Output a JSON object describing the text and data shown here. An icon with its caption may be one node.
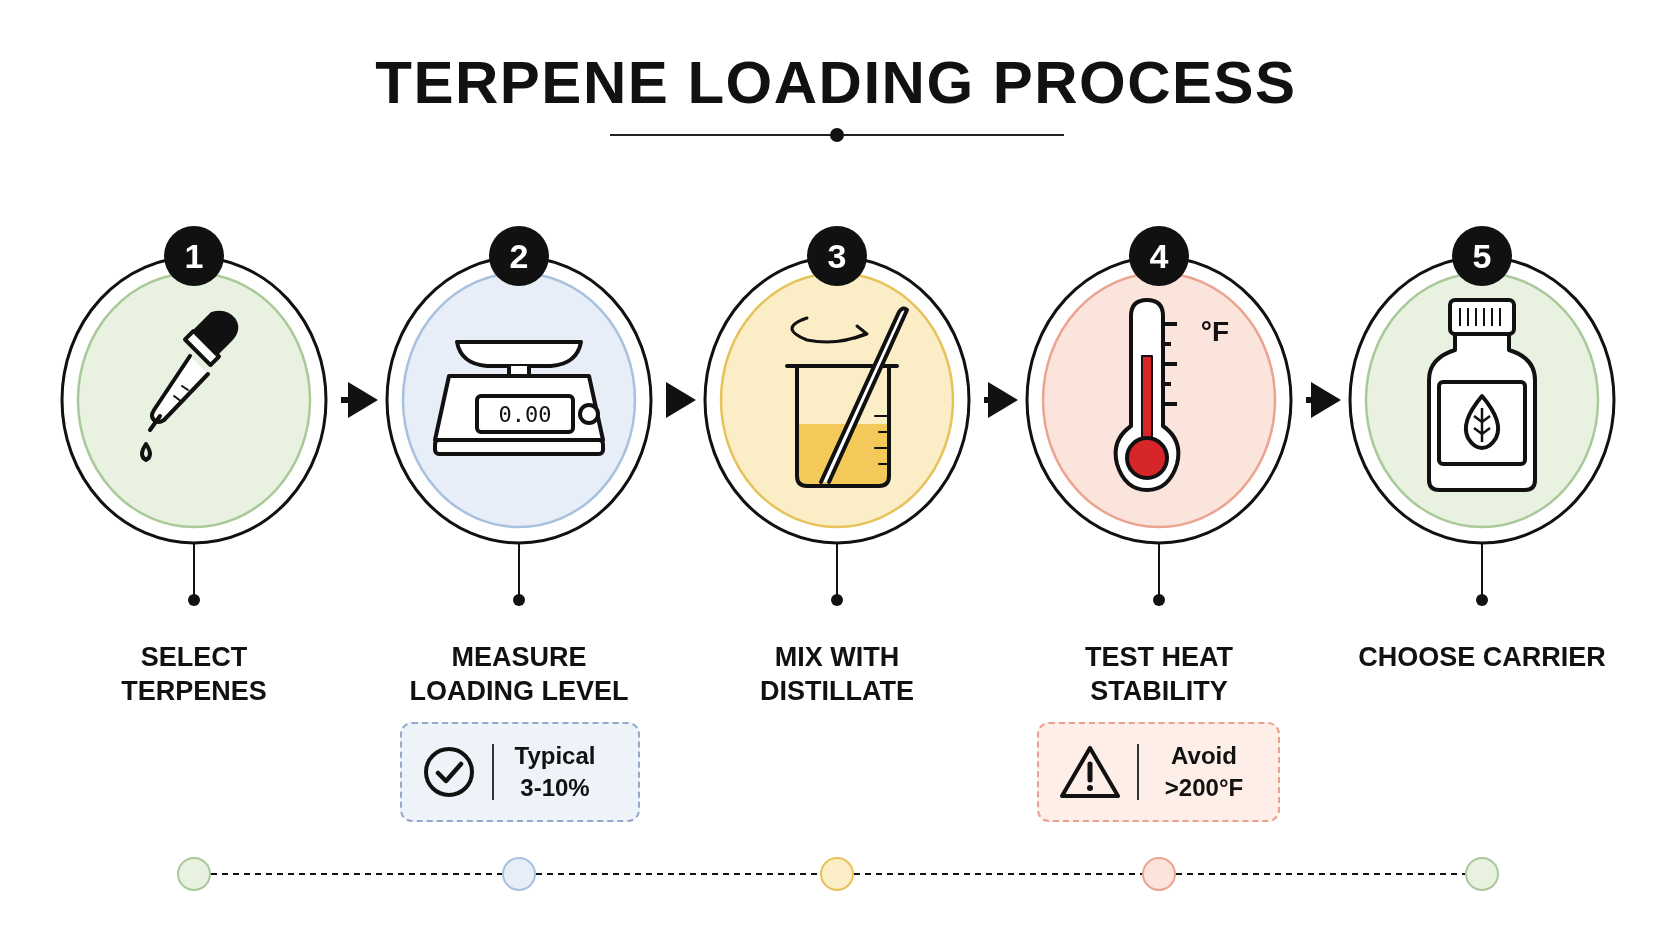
{
  "diagram": {
    "title": "TERPENE LOADING PROCESS",
    "nodes": [
      {
        "text": [
          "1"
        ]
      },
      {
        "text": [
          "2"
        ]
      },
      {
        "text": [
          "3"
        ]
      },
      {
        "text": [
          "4"
        ]
      },
      {
        "text": [
          "5"
        ]
      },
      {
        "text": [
          "SELECT TERPENES"
        ]
      },
      {
        "text": [
          "MEASURE LOADING LEVEL"
        ]
      },
      {
        "text": [
          "MIX WITH DISTILLATE"
        ]
      },
      {
        "text": [
          "TEST HEAT STABILITY"
        ]
      },
      {
        "text": [
          "CHOOSE CARRIER"
        ]
      },
      {
        "text": [
          "Typical 3-10%"
        ]
      },
      {
        "text": [
          "Avoid >200°F"
        ]
      },
      {
        "text": [],
        "shape": "circle"
      },
      {
        "text": [],
        "shape": "circle"
      },
      {
        "text": [],
        "shape": "circle"
      },
      {
        "text": [],
        "shape": "circle"
      },
      {
        "text": [],
        "shape": "circle"
      }
    ],
    "edges": [
      {
        "from": 0,
        "to": 1,
        "arrow": "to",
        "style": "thick"
      },
      {
        "from": 1,
        "to": 2,
        "arrow": "to",
        "style": "thick"
      },
      {
        "from": 2,
        "to": 3,
        "arrow": "to",
        "style": "thick"
      },
      {
        "from": 3,
        "to": 4,
        "arrow": "to",
        "style": "thick"
      },
      {
        "from": 0,
        "to": 5,
        "arrow": "other"
      },
      {
        "from": 1,
        "to": 6,
        "arrow": "other"
      },
      {
        "from": 2,
        "to": 7,
        "arrow": "other"
      },
      {
        "from": 3,
        "to": 8,
        "arrow": "other"
      },
      {
        "from": 4,
        "to": 9,
        "arrow": "other"
      },
      {
        "from": 12,
        "to": 13,
        "arrow": "none",
        "style": "dashed"
      },
      {
        "from": 13,
        "to": 14,
        "arrow": "none",
        "style": "dashed"
      },
      {
        "from": 14,
        "to": 15,
        "arrow": "none",
        "style": "dashed"
      },
      {
        "from": 15,
        "to": 16,
        "arrow": "none",
        "style": "dashed"
      }
    ],
    "labels": [
      "0.00",
      "°F"
    ]
  }
}
